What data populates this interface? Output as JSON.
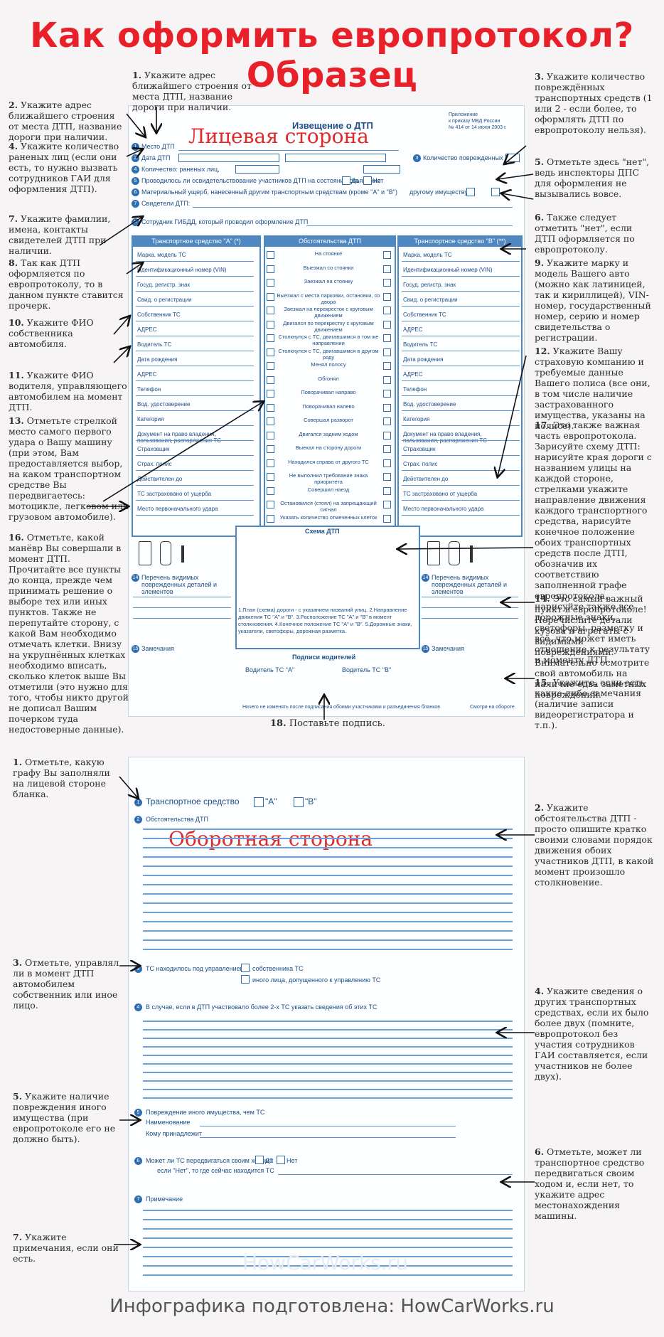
{
  "title": "Как оформить европротокол? Образец",
  "footer": "Инфографика подготовлена: HowCarWorks.ru",
  "watermark": "HowCarWorks.ru",
  "front": {
    "side_label": "Лицевая сторона",
    "form_title": "Извещение о ДТП",
    "appendix": "Приложение\nк приказу МВД России\n№ 414 от 14 июня 2003 г.",
    "fields": {
      "place": "Место ДТП",
      "date": "Дата ДТП",
      "count": "Количество:  раненых лиц,",
      "count_vehicles": "Количество поврежденных ТС",
      "intox": "Проводилось ли освидетельствование участников ДТП на состояние опьянения",
      "damage": "Материальный ущерб, нанесенный другим транспортным средствам (кроме \"А\" и \"В\")",
      "witnesses": "Свидетели ДТП:",
      "gibdd": "Сотрудник ГИБДД, который проводил оформление ДТП",
      "yes": "Да",
      "no": "Нет",
      "other_property": "другому имуществу"
    },
    "vehicle_a_header": "Транспортное средство \"А\" (*)",
    "vehicle_b_header": "Транспортное средство \"В\" (**)",
    "circ_header": "Обстоятельства ДТП",
    "vehicle_fields": [
      "Марка, модель ТС",
      "Идентификационный номер (VIN)",
      "Госуд. регистр. знак",
      "Свид. о регистрации",
      "Собственник ТС",
      "АДРЕС",
      "Водитель ТС",
      "Дата рождения",
      "АДРЕС",
      "Телефон",
      "Вод. удостоверение",
      "Категория",
      "Документ на право владения, пользования, распоряжения ТС",
      "Страховщик",
      "Страх. полис",
      "Действителен до",
      "ТС застраховано от ущерба",
      "Место первоначального удара"
    ],
    "circumstances": [
      "На стоянке",
      "Выезжал со стоянки",
      "Заезжал на стоянку",
      "Выезжал с места парковки, остановки, со двора",
      "Заезжал на перекресток с круговым движением",
      "Двигался по перекрестку с круговым движением",
      "Столкнулся с ТС, двигавшимся в том же направлении",
      "Столкнулся с ТС, двигавшимся в другом ряду",
      "Менял полосу",
      "Обгонял",
      "Поворачивал направо",
      "Поворачивал налево",
      "Совершал разворот",
      "Двигался задним ходом",
      "Выехал на сторону дороги",
      "Находился справа от другого ТС",
      "Не выполнил требование знака приоритета",
      "Совершил наезд",
      "Остановился (стоял) на запрещающий сигнал",
      "Указать количество отмеченных клеток"
    ],
    "scheme": "Схема ДТП",
    "scheme_caption": "1.План (схема) дороги - с указанием названий улиц. 2.Направление движения ТС \"А\" и \"В\". 3.Расположение ТС \"А\" и \"В\" в момент столкновения. 4.Конечное положение ТС \"А\" и \"В\". 5.Дорожные знаки, указатели, светофоры, дорожная разметка.",
    "damage_list": "Перечень видимых поврежденных деталей и элементов",
    "remarks": "Замечания",
    "signatures": "Подписи водителей",
    "sig_a": "Водитель ТС \"А\"",
    "sig_b": "Водитель ТС \"В\"",
    "bottom_note": "Ничего не изменять после подписания обоими участниками и разъединения бланков",
    "see_back": "Смотри на обороте"
  },
  "back": {
    "side_label": "Оборотная сторона",
    "vehicle": "Транспортное средство",
    "a": "\"А\"",
    "b": "\"В\"",
    "circ": "Обстоятельства ДТП",
    "driver_q": "ТС находилось под управлением:",
    "owner": "собственника ТС",
    "other_person": "иного лица, допущенного к управлению ТС",
    "more_than_two": "В случае, если в ДТП участвовало более 2-х ТС указать сведения об этих ТС",
    "property": "Повреждение иного имущества, чем ТС",
    "name": "Наименование",
    "belongs": "Кому принадлежит",
    "move_q": "Может ли ТС передвигаться своим ходом?",
    "where": "если \"Нет\", то где сейчас находится ТС",
    "remarks": "Примечание",
    "yes": "Да",
    "no": "Нет"
  },
  "left_notes_front": [
    {
      "n": "2.",
      "text": "Укажите адрес ближайшего строения от места ДТП, название дороги при наличии."
    },
    {
      "n": "4.",
      "text": "Укажите количество раненых лиц (если они есть, то нужно вызвать сотрудников ГАИ для оформления ДТП)."
    },
    {
      "n": "7.",
      "text": "Укажите фамилии, имена, контакты свидетелей ДТП при наличии."
    },
    {
      "n": "8.",
      "text": "Так как ДТП оформляется по европротоколу, то в данном пункте ставится прочерк."
    },
    {
      "n": "10.",
      "text": "Укажите ФИО собственника автомобиля."
    },
    {
      "n": "11.",
      "text": "Укажите ФИО водителя, управляющего автомобилем на момент ДТП."
    },
    {
      "n": "13.",
      "text": "Отметьте стрелкой место самого первого удара о Вашу машину (при этом, Вам предоставляется выбор, на каком транспортном средстве Вы передвигаетесь: мотоцикле, легковом или грузовом автомобиле)."
    },
    {
      "n": "16.",
      "text": "Отметьте, какой манёвр Вы совершали в момент ДТП. Прочитайте все пункты до конца, прежде чем принимать решение о выборе тех или иных пунктов. Также не перепутайте сторону, с какой Вам необходимо отмечать клетки. Внизу на укрупнённых клетках необходимо вписать, сколько клеток выше Вы отметили (это нужно для того, чтобы никто другой не дописал Вашим почерком туда недостоверные данные)."
    }
  ],
  "top_note": {
    "n": "1.",
    "text": "Укажите адрес ближайшего строения от места ДТП, название дороги при наличии."
  },
  "right_notes_front": [
    {
      "n": "3.",
      "text": "Укажите количество повреждённых транспортных средств (1 или 2 - если более, то оформлять ДТП по европротоколу нельзя)."
    },
    {
      "n": "5.",
      "text": "Отметьте здесь \"нет\", ведь инспекторы ДПС для оформления не вызывались вовсе."
    },
    {
      "n": "6.",
      "text": "Также следует отметить \"нет\", если ДТП оформляется по европротоколу."
    },
    {
      "n": "9.",
      "text": "Укажите марку и модель Вашего авто (можно как латиницей, так и кириллицей), VIN-номер, государственный номер, серию и номер свидетельства о регистрации."
    },
    {
      "n": "12.",
      "text": "Укажите Вашу страховую компанию и требуемые данные Вашего полиса (все они, в том числе наличие застрахованного имущества, указаны на полисе)."
    },
    {
      "n": "17.",
      "text": "Это также важная часть европротокола. Зарисуйте схему ДТП: нарисуйте края дороги с названием улицы на каждой стороне, стрелками укажите направление движения каждого транспортного средства, нарисуйте конечное положение обоих транспортных средств после ДТП, обозначив их соответствию заполненной графе европротокола, нарисуйте также все дорожные знаки, светофоры, разметку и всё, что может иметь отношение к результату и моменту ДТП."
    },
    {
      "n": "14.",
      "text": "Это самый важный пункт в европротоколе! Перечислите детали кузова и агрегаты с видимыми повреждениями. Внимательно осмотрите свой автомобиль на наличие едва заметных повреждений."
    },
    {
      "n": "15.",
      "text": "Укажите, если есть какие-либо замечания (наличие записи видеорегистратора и т.п.)."
    }
  ],
  "bottom_note_front": {
    "n": "18.",
    "text": "Поставьте подпись."
  },
  "left_notes_back": [
    {
      "n": "1.",
      "text": "Отметьте, какую графу Вы заполняли на лицевой стороне бланка."
    },
    {
      "n": "3.",
      "text": "Отметьте, управлял ли в момент ДТП автомобилем собственник или иное лицо."
    },
    {
      "n": "5.",
      "text": "Укажите наличие повреждения иного имущества (при европротоколе его не должно быть)."
    },
    {
      "n": "7.",
      "text": "Укажите примечания, если они есть."
    }
  ],
  "right_notes_back": [
    {
      "n": "2.",
      "text": "Укажите обстоятельства ДТП - просто опишите кратко своими словами порядок движения обоих участников ДТП, в какой момент произошло столкновение."
    },
    {
      "n": "4.",
      "text": "Укажите сведения о других транспортных средствах, если их было более двух (помните, европротокол без участия сотрудников ГАИ составляется, если участников не более двух)."
    },
    {
      "n": "6.",
      "text": "Отметьте, может ли транспортное средство передвигаться своим ходом и, если нет, то укажите адрес местонахождения машины."
    }
  ]
}
